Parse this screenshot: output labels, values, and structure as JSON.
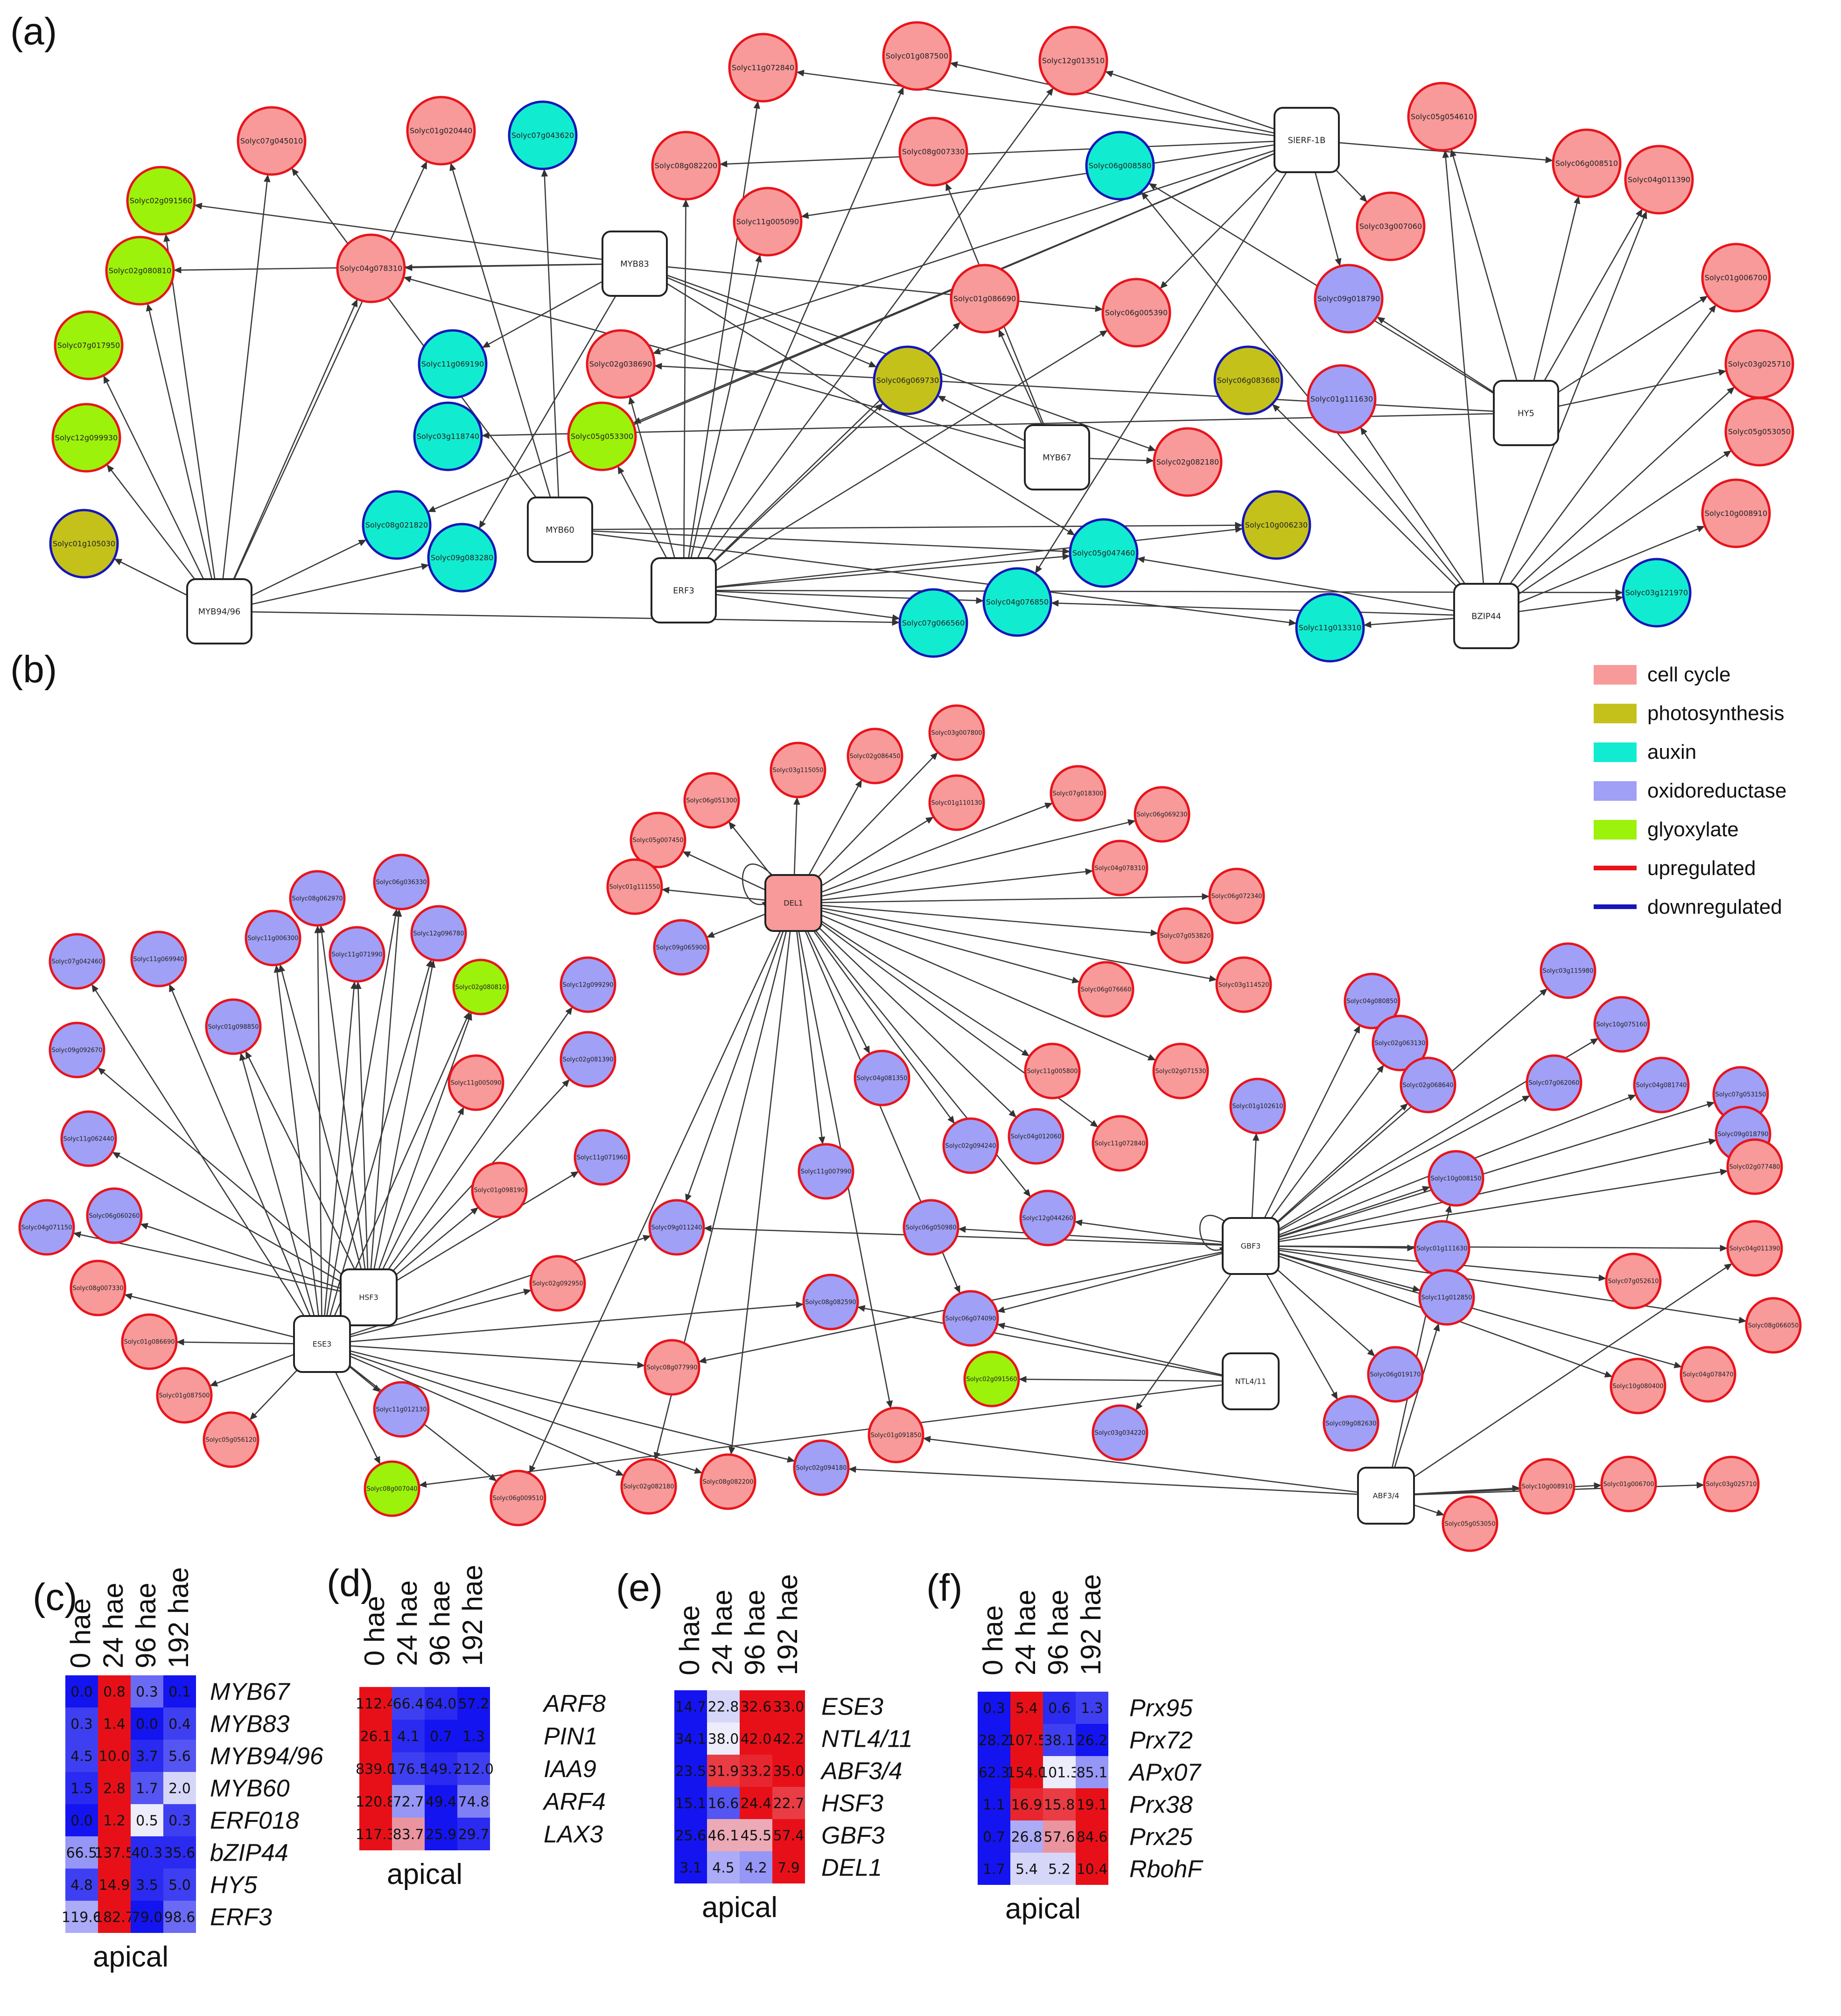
{
  "panels": {
    "a": "(a)",
    "b": "(b)",
    "c": "(c)",
    "d": "(d)",
    "e": "(e)",
    "f": "(f)"
  },
  "legend": [
    {
      "label": "cell cycle",
      "kind": "fill",
      "color": "#f89a9a"
    },
    {
      "label": "photosynthesis",
      "kind": "fill",
      "color": "#c4c21a"
    },
    {
      "label": "auxin",
      "kind": "fill",
      "color": "#11ecd0"
    },
    {
      "label": "oxidoreductase",
      "kind": "fill",
      "color": "#a0a0f6"
    },
    {
      "label": "glyoxylate",
      "kind": "fill",
      "color": "#9cf20a"
    },
    {
      "label": "upregulated",
      "kind": "line",
      "color": "#e8141c"
    },
    {
      "label": "downregulated",
      "kind": "line",
      "color": "#1616b8"
    }
  ],
  "network_a": {
    "hubs": [
      "MYB83",
      "SlERF-1B",
      "MYB67",
      "HY5",
      "MYB60",
      "ERF3",
      "MYB94/96",
      "BZIP44"
    ],
    "genes": [
      {
        "label": "Solyc07g045010",
        "cat": "cell cycle",
        "reg": "up"
      },
      {
        "label": "Solyc01g020440",
        "cat": "cell cycle",
        "reg": "up"
      },
      {
        "label": "Solyc07g043620",
        "cat": "auxin",
        "reg": "down"
      },
      {
        "label": "Solyc02g091560",
        "cat": "glyoxylate",
        "reg": "up"
      },
      {
        "label": "Solyc02g080810",
        "cat": "glyoxylate",
        "reg": "up"
      },
      {
        "label": "Solyc04g078310",
        "cat": "cell cycle",
        "reg": "up"
      },
      {
        "label": "Solyc07g017950",
        "cat": "glyoxylate",
        "reg": "up"
      },
      {
        "label": "Solyc12g099930",
        "cat": "glyoxylate",
        "reg": "up"
      },
      {
        "label": "Solyc11g069190",
        "cat": "auxin",
        "reg": "down"
      },
      {
        "label": "Solyc03g118740",
        "cat": "auxin",
        "reg": "down"
      },
      {
        "label": "Solyc01g105030",
        "cat": "photosynthesis",
        "reg": "down"
      },
      {
        "label": "Solyc08g021820",
        "cat": "auxin",
        "reg": "down"
      },
      {
        "label": "Solyc09g083280",
        "cat": "auxin",
        "reg": "down"
      },
      {
        "label": "Solyc11g072840",
        "cat": "cell cycle",
        "reg": "up"
      },
      {
        "label": "Solyc01g087500",
        "cat": "cell cycle",
        "reg": "up"
      },
      {
        "label": "Solyc12g013510",
        "cat": "cell cycle",
        "reg": "up"
      },
      {
        "label": "Solyc08g082200",
        "cat": "cell cycle",
        "reg": "up"
      },
      {
        "label": "Solyc08g007330",
        "cat": "cell cycle",
        "reg": "up"
      },
      {
        "label": "Solyc06g008580",
        "cat": "auxin",
        "reg": "down"
      },
      {
        "label": "Solyc11g005090",
        "cat": "cell cycle",
        "reg": "up"
      },
      {
        "label": "Solyc01g086690",
        "cat": "cell cycle",
        "reg": "up"
      },
      {
        "label": "Solyc06g005390",
        "cat": "cell cycle",
        "reg": "up"
      },
      {
        "label": "Solyc02g038690",
        "cat": "cell cycle",
        "reg": "up"
      },
      {
        "label": "Solyc06g069730",
        "cat": "photosynthesis",
        "reg": "down"
      },
      {
        "label": "Solyc05g053300",
        "cat": "glyoxylate",
        "reg": "up"
      },
      {
        "label": "Solyc03g007060",
        "cat": "cell cycle",
        "reg": "up"
      },
      {
        "label": "Solyc09g018790",
        "cat": "oxidoreductase",
        "reg": "up"
      },
      {
        "label": "Solyc06g083680",
        "cat": "photosynthesis",
        "reg": "down"
      },
      {
        "label": "Solyc01g111630",
        "cat": "oxidoreductase",
        "reg": "up"
      },
      {
        "label": "Solyc02g082180",
        "cat": "cell cycle",
        "reg": "up"
      },
      {
        "label": "Solyc10g006230",
        "cat": "photosynthesis",
        "reg": "down"
      },
      {
        "label": "Solyc05g047460",
        "cat": "auxin",
        "reg": "down"
      },
      {
        "label": "Solyc04g076850",
        "cat": "auxin",
        "reg": "down"
      },
      {
        "label": "Solyc07g066560",
        "cat": "auxin",
        "reg": "down"
      },
      {
        "label": "Solyc11g013310",
        "cat": "auxin",
        "reg": "down"
      },
      {
        "label": "Solyc05g054610",
        "cat": "cell cycle",
        "reg": "up"
      },
      {
        "label": "Solyc06g008510",
        "cat": "cell cycle",
        "reg": "up"
      },
      {
        "label": "Solyc04g011390",
        "cat": "cell cycle",
        "reg": "up"
      },
      {
        "label": "Solyc01g006700",
        "cat": "cell cycle",
        "reg": "up"
      },
      {
        "label": "Solyc03g025710",
        "cat": "cell cycle",
        "reg": "up"
      },
      {
        "label": "Solyc05g053050",
        "cat": "cell cycle",
        "reg": "up"
      },
      {
        "label": "Solyc10g008910",
        "cat": "cell cycle",
        "reg": "up"
      },
      {
        "label": "Solyc03g121970",
        "cat": "auxin",
        "reg": "down"
      }
    ]
  },
  "network_b": {
    "hubs": [
      "DEL1",
      "HSF3",
      "ESE3",
      "GBF3",
      "NTL4/11",
      "ABF3/4"
    ],
    "genes": [
      {
        "label": "Solyc03g007800",
        "cat": "cell cycle"
      },
      {
        "label": "Solyc02g086450",
        "cat": "cell cycle"
      },
      {
        "label": "Solyc03g115050",
        "cat": "cell cycle"
      },
      {
        "label": "Solyc06g051300",
        "cat": "cell cycle"
      },
      {
        "label": "Solyc05g007450",
        "cat": "cell cycle"
      },
      {
        "label": "Solyc01g110130",
        "cat": "cell cycle"
      },
      {
        "label": "Solyc07g018300",
        "cat": "cell cycle"
      },
      {
        "label": "Solyc06g069230",
        "cat": "cell cycle"
      },
      {
        "label": "Solyc04g078310",
        "cat": "cell cycle"
      },
      {
        "label": "Solyc01g111550",
        "cat": "cell cycle"
      },
      {
        "label": "Solyc06g072340",
        "cat": "cell cycle"
      },
      {
        "label": "Solyc07g053820",
        "cat": "cell cycle"
      },
      {
        "label": "Solyc03g114520",
        "cat": "cell cycle"
      },
      {
        "label": "Solyc06g076660",
        "cat": "cell cycle"
      },
      {
        "label": "Solyc02g071530",
        "cat": "cell cycle"
      },
      {
        "label": "Solyc11g005800",
        "cat": "cell cycle"
      },
      {
        "label": "Solyc11g072840",
        "cat": "cell cycle"
      },
      {
        "label": "Solyc09g065900",
        "cat": "oxidoreductase"
      },
      {
        "label": "Solyc04g081350",
        "cat": "oxidoreductase"
      },
      {
        "label": "Solyc11g007990",
        "cat": "oxidoreductase"
      },
      {
        "label": "Solyc02g094240",
        "cat": "oxidoreductase"
      },
      {
        "label": "Solyc04g012060",
        "cat": "oxidoreductase"
      },
      {
        "label": "Solyc12g044260",
        "cat": "oxidoreductase"
      },
      {
        "label": "Solyc06g036330",
        "cat": "oxidoreductase"
      },
      {
        "label": "Solyc08g062970",
        "cat": "oxidoreductase"
      },
      {
        "label": "Solyc11g006300",
        "cat": "oxidoreductase"
      },
      {
        "label": "Solyc11g071990",
        "cat": "oxidoreductase"
      },
      {
        "label": "Solyc12g096780",
        "cat": "oxidoreductase"
      },
      {
        "label": "Solyc07g042460",
        "cat": "oxidoreductase"
      },
      {
        "label": "Solyc11g069940",
        "cat": "oxidoreductase"
      },
      {
        "label": "Solyc01g098850",
        "cat": "oxidoreductase"
      },
      {
        "label": "Solyc02g080810",
        "cat": "glyoxylate"
      },
      {
        "label": "Solyc12g099290",
        "cat": "oxidoreductase"
      },
      {
        "label": "Solyc09g092670",
        "cat": "oxidoreductase"
      },
      {
        "label": "Solyc11g005090",
        "cat": "cell cycle"
      },
      {
        "label": "Solyc02g081390",
        "cat": "oxidoreductase"
      },
      {
        "label": "Solyc11g062440",
        "cat": "oxidoreductase"
      },
      {
        "label": "Solyc11g071960",
        "cat": "oxidoreductase"
      },
      {
        "label": "Solyc01g098190",
        "cat": "cell cycle"
      },
      {
        "label": "Solyc04g071150",
        "cat": "oxidoreductase"
      },
      {
        "label": "Solyc06g060260",
        "cat": "oxidoreductase"
      },
      {
        "label": "Solyc08g007330",
        "cat": "cell cycle"
      },
      {
        "label": "Solyc02g092950",
        "cat": "cell cycle"
      },
      {
        "label": "Solyc01g086690",
        "cat": "cell cycle"
      },
      {
        "label": "Solyc01g087500",
        "cat": "cell cycle"
      },
      {
        "label": "Solyc05g056120",
        "cat": "cell cycle"
      },
      {
        "label": "Solyc11g012130",
        "cat": "oxidoreductase"
      },
      {
        "label": "Solyc08g007040",
        "cat": "glyoxylate"
      },
      {
        "label": "Solyc09g011240",
        "cat": "oxidoreductase"
      },
      {
        "label": "Solyc08g082590",
        "cat": "oxidoreductase"
      },
      {
        "label": "Solyc06g050980",
        "cat": "oxidoreductase"
      },
      {
        "label": "Solyc06g074090",
        "cat": "oxidoreductase"
      },
      {
        "label": "Solyc08g077990",
        "cat": "cell cycle"
      },
      {
        "label": "Solyc02g091560",
        "cat": "glyoxylate"
      },
      {
        "label": "Solyc06g009510",
        "cat": "cell cycle"
      },
      {
        "label": "Solyc02g082180",
        "cat": "cell cycle"
      },
      {
        "label": "Solyc08g082200",
        "cat": "cell cycle"
      },
      {
        "label": "Solyc02g094180",
        "cat": "oxidoreductase"
      },
      {
        "label": "Solyc01g091850",
        "cat": "cell cycle"
      },
      {
        "label": "Solyc03g034220",
        "cat": "oxidoreductase"
      },
      {
        "label": "Solyc04g080850",
        "cat": "oxidoreductase"
      },
      {
        "label": "Solyc03g115980",
        "cat": "oxidoreductase"
      },
      {
        "label": "Solyc02g063130",
        "cat": "oxidoreductase"
      },
      {
        "label": "Solyc10g075160",
        "cat": "oxidoreductase"
      },
      {
        "label": "Solyc02g068640",
        "cat": "oxidoreductase"
      },
      {
        "label": "Solyc07g062060",
        "cat": "oxidoreductase"
      },
      {
        "label": "Solyc04g081740",
        "cat": "oxidoreductase"
      },
      {
        "label": "Solyc07g053150",
        "cat": "oxidoreductase"
      },
      {
        "label": "Solyc01g102610",
        "cat": "oxidoreductase"
      },
      {
        "label": "Solyc09g018790",
        "cat": "oxidoreductase"
      },
      {
        "label": "Solyc10g008150",
        "cat": "oxidoreductase"
      },
      {
        "label": "Solyc02g077480",
        "cat": "cell cycle"
      },
      {
        "label": "Solyc01g111630",
        "cat": "oxidoreductase"
      },
      {
        "label": "Solyc04g011390",
        "cat": "cell cycle"
      },
      {
        "label": "Solyc07g052610",
        "cat": "cell cycle"
      },
      {
        "label": "Solyc11g012850",
        "cat": "oxidoreductase"
      },
      {
        "label": "Solyc08g066050",
        "cat": "cell cycle"
      },
      {
        "label": "Solyc06g019170",
        "cat": "oxidoreductase"
      },
      {
        "label": "Solyc04g078470",
        "cat": "cell cycle"
      },
      {
        "label": "Solyc10g080400",
        "cat": "cell cycle"
      },
      {
        "label": "Solyc09g082630",
        "cat": "oxidoreductase"
      },
      {
        "label": "Solyc10g008910",
        "cat": "cell cycle"
      },
      {
        "label": "Solyc01g006700",
        "cat": "cell cycle"
      },
      {
        "label": "Solyc03g025710",
        "cat": "cell cycle"
      },
      {
        "label": "Solyc05g053050",
        "cat": "cell cycle"
      }
    ]
  },
  "heatmaps": [
    {
      "id": "c",
      "columns": [
        "0 hae",
        "24 hae",
        "96 hae",
        "192 hae"
      ],
      "caption": "apical",
      "rows": [
        {
          "gene": "MYB67",
          "values": [
            "0.0",
            "0.8",
            "0.3",
            "0.1"
          ],
          "shade": [
            -1,
            1,
            -0.6,
            -1
          ]
        },
        {
          "gene": "MYB83",
          "values": [
            "0.3",
            "1.4",
            "0.0",
            "0.4"
          ],
          "shade": [
            -0.8,
            1,
            -1,
            -0.8
          ]
        },
        {
          "gene": "MYB94/96",
          "values": [
            "4.5",
            "10.0",
            "3.7",
            "5.6"
          ],
          "shade": [
            -0.8,
            1,
            -0.9,
            -0.7
          ]
        },
        {
          "gene": "MYB60",
          "values": [
            "1.5",
            "2.8",
            "1.7",
            "2.0"
          ],
          "shade": [
            -0.9,
            1,
            -0.7,
            -0.1
          ]
        },
        {
          "gene": "ERF018",
          "values": [
            "0.0",
            "1.2",
            "0.5",
            "0.3"
          ],
          "shade": [
            -1,
            1,
            0,
            -0.8
          ]
        },
        {
          "gene": "bZIP44",
          "values": [
            "66.5",
            "137.5",
            "40.3",
            "35.6"
          ],
          "shade": [
            -0.4,
            1,
            -0.9,
            -0.9
          ]
        },
        {
          "gene": "HY5",
          "values": [
            "4.8",
            "14.9",
            "3.5",
            "5.0"
          ],
          "shade": [
            -0.8,
            1,
            -0.9,
            -0.8
          ]
        },
        {
          "gene": "ERF3",
          "values": [
            "119.6",
            "182.7",
            "79.0",
            "98.6"
          ],
          "shade": [
            -0.3,
            1,
            -1,
            -0.6
          ]
        }
      ]
    },
    {
      "id": "d",
      "columns": [
        "0 hae",
        "24 hae",
        "96 hae",
        "192 hae"
      ],
      "caption": "apical",
      "rows": [
        {
          "gene": "ARF8",
          "values": [
            "112.4",
            "66.4",
            "64.0",
            "57.2"
          ],
          "shade": [
            1,
            -0.8,
            -0.9,
            -1
          ]
        },
        {
          "gene": "PIN1",
          "values": [
            "26.1",
            "4.1",
            "0.7",
            "1.3"
          ],
          "shade": [
            1,
            -0.9,
            -1,
            -1
          ]
        },
        {
          "gene": "IAA9",
          "values": [
            "839.0",
            "176.5",
            "149.7",
            "212.0"
          ],
          "shade": [
            1,
            -0.8,
            -0.9,
            -0.8
          ]
        },
        {
          "gene": "ARF4",
          "values": [
            "120.8",
            "72.7",
            "49.4",
            "74.8"
          ],
          "shade": [
            1,
            -0.4,
            -1,
            -0.5
          ]
        },
        {
          "gene": "LAX3",
          "values": [
            "117.3",
            "83.7",
            "25.9",
            "29.7"
          ],
          "shade": [
            1,
            0.4,
            -1,
            -0.9
          ]
        }
      ]
    },
    {
      "id": "e",
      "columns": [
        "0 hae",
        "24 hae",
        "96 hae",
        "192 hae"
      ],
      "caption": "apical",
      "rows": [
        {
          "gene": "ESE3",
          "values": [
            "14.7",
            "22.8",
            "32.6",
            "33.0"
          ],
          "shade": [
            -1,
            -0.1,
            1,
            1
          ]
        },
        {
          "gene": "NTL4/11",
          "values": [
            "34.1",
            "38.0",
            "42.0",
            "42.2"
          ],
          "shade": [
            -1,
            0,
            1,
            1
          ]
        },
        {
          "gene": "ABF3/4",
          "values": [
            "23.5",
            "31.9",
            "33.2",
            "35.0"
          ],
          "shade": [
            -1,
            0.8,
            0.9,
            1
          ]
        },
        {
          "gene": "HSF3",
          "values": [
            "15.1",
            "16.6",
            "24.4",
            "22.7"
          ],
          "shade": [
            -1,
            -0.7,
            1,
            0.8
          ]
        },
        {
          "gene": "GBF3",
          "values": [
            "25.6",
            "46.1",
            "45.5",
            "57.4"
          ],
          "shade": [
            -1,
            0.3,
            0.3,
            1
          ]
        },
        {
          "gene": "DEL1",
          "values": [
            "3.1",
            "4.5",
            "4.2",
            "7.9"
          ],
          "shade": [
            -1,
            -0.3,
            -0.4,
            1
          ]
        }
      ]
    },
    {
      "id": "f",
      "columns": [
        "0 hae",
        "24 hae",
        "96 hae",
        "192 hae"
      ],
      "caption": "apical",
      "rows": [
        {
          "gene": "Prx95",
          "values": [
            "0.3",
            "5.4",
            "0.6",
            "1.3"
          ],
          "shade": [
            -1,
            1,
            -0.9,
            -0.8
          ]
        },
        {
          "gene": "Prx72",
          "values": [
            "28.2",
            "107.5",
            "38.1",
            "26.2"
          ],
          "shade": [
            -1,
            1,
            -0.8,
            -1
          ]
        },
        {
          "gene": "APx07",
          "values": [
            "62.3",
            "154.0",
            "101.3",
            "85.1"
          ],
          "shade": [
            -1,
            1,
            0,
            -0.4
          ]
        },
        {
          "gene": "Prx38",
          "values": [
            "1.1",
            "16.9",
            "15.8",
            "19.1"
          ],
          "shade": [
            -1,
            0.9,
            0.8,
            1
          ]
        },
        {
          "gene": "Prx25",
          "values": [
            "0.7",
            "26.8",
            "57.6",
            "84.6"
          ],
          "shade": [
            -1,
            -0.3,
            0.4,
            1
          ]
        },
        {
          "gene": "RbohF",
          "values": [
            "1.7",
            "5.4",
            "5.2",
            "10.4"
          ],
          "shade": [
            -1,
            -0.1,
            -0.1,
            1
          ]
        }
      ]
    }
  ]
}
